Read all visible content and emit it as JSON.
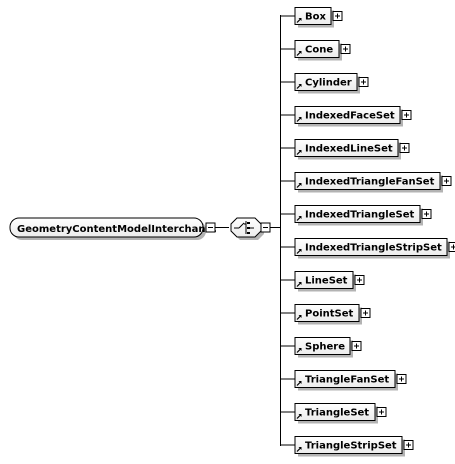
{
  "group": {
    "name": "GeometryContentModelInterchan...",
    "compositor": "choice"
  },
  "elements": [
    {
      "name": "Box"
    },
    {
      "name": "Cone"
    },
    {
      "name": "Cylinder"
    },
    {
      "name": "IndexedFaceSet"
    },
    {
      "name": "IndexedLineSet"
    },
    {
      "name": "IndexedTriangleFanSet"
    },
    {
      "name": "IndexedTriangleSet"
    },
    {
      "name": "IndexedTriangleStripSet"
    },
    {
      "name": "LineSet"
    },
    {
      "name": "PointSet"
    },
    {
      "name": "Sphere"
    },
    {
      "name": "TriangleFanSet"
    },
    {
      "name": "TriangleSet"
    },
    {
      "name": "TriangleStripSet"
    }
  ],
  "colors": {
    "line": "#000000",
    "box_fill_top": "#ffffff",
    "box_fill_bottom": "#ececec",
    "shadow": "#b3b3b3"
  },
  "icons": {
    "element_ref": "arrow-ref-icon",
    "expand": "plus-box-icon",
    "collapse": "minus-box-icon",
    "choice": "choice-compositor-icon"
  }
}
